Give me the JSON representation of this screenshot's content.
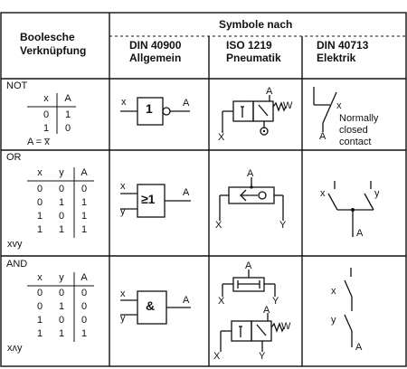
{
  "header": {
    "col1_line1": "Boolesche",
    "col1_line2": "Verknüpfung",
    "group_title": "Symbole nach",
    "din40900_line1": "DIN 40900",
    "din40900_line2": "Allgemein",
    "iso1219_line1": "ISO 1219",
    "iso1219_line2": "Pneumatik",
    "din40713_line1": "DIN 40713",
    "din40713_line2": "Elektrik"
  },
  "rows": [
    {
      "name": "NOT",
      "truth_headers": [
        "x",
        "A"
      ],
      "truth_rows": [
        [
          "0",
          "1"
        ],
        [
          "1",
          "0"
        ]
      ],
      "formula": "A = x̅",
      "logic_symbol": "1",
      "in_x": "x",
      "out": "A",
      "pn_x": "X",
      "pn_a": "A",
      "pn_w": "W",
      "el_x": "x",
      "el_a": "A",
      "el_note": [
        "Normally",
        "closed",
        "contact"
      ]
    },
    {
      "name": "OR",
      "truth_headers": [
        "x",
        "y",
        "A"
      ],
      "truth_rows": [
        [
          "0",
          "0",
          "0"
        ],
        [
          "0",
          "1",
          "1"
        ],
        [
          "1",
          "0",
          "1"
        ],
        [
          "1",
          "1",
          "1"
        ]
      ],
      "formula": "xvy",
      "logic_symbol": "≥1",
      "in_x": "x",
      "in_y": "y",
      "out": "A",
      "pn_a": "A",
      "pn_x": "X",
      "pn_y": "Y",
      "el_x": "x",
      "el_y": "y",
      "el_a": "A"
    },
    {
      "name": "AND",
      "truth_headers": [
        "x",
        "y",
        "A"
      ],
      "truth_rows": [
        [
          "0",
          "0",
          "0"
        ],
        [
          "0",
          "1",
          "0"
        ],
        [
          "1",
          "0",
          "0"
        ],
        [
          "1",
          "1",
          "1"
        ]
      ],
      "formula": "xʌy",
      "logic_symbol": "&",
      "in_x": "x",
      "in_y": "y",
      "out": "A",
      "pn_a": "A",
      "pn_x": "X",
      "pn_y": "Y",
      "pn_w": "W",
      "el_x": "x",
      "el_y": "y",
      "el_a": "A"
    }
  ]
}
